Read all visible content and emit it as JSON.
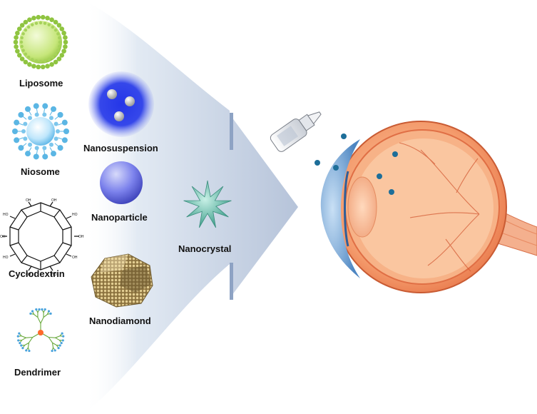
{
  "carriers": {
    "liposome": "Liposome",
    "niosome": "Niosome",
    "cyclodextrin": "Cyclodextrin",
    "dendrimer": "Dendrimer",
    "nanosuspension": "Nanosuspension",
    "nanoparticle": "Nanoparticle",
    "nanodiamond": "Nanodiamond",
    "nanocrystal": "Nanocrystal"
  },
  "colors": {
    "arrow": "#b9c7dc",
    "liposome": "#9acd32",
    "niosome": "#4fb3e0",
    "nanosuspension": "#3344e6",
    "nanoparticle": "#6f76e8",
    "nanodiamond": "#b79a58",
    "nanocrystal": "#5bbfad",
    "dendrimer_core": "#ff6a2b",
    "eye_sclera": "#f28a5c",
    "eye_retina": "#f6a77c",
    "cornea": "#6ea6d6",
    "drop": "#1d6e99"
  },
  "icons": [
    "liposome-icon",
    "niosome-icon",
    "cyclodextrin-icon",
    "dendrimer-icon",
    "nanosuspension-icon",
    "nanoparticle-icon",
    "nanodiamond-icon",
    "nanocrystal-icon",
    "eye-dropper-icon",
    "eye-cross-section-icon"
  ]
}
